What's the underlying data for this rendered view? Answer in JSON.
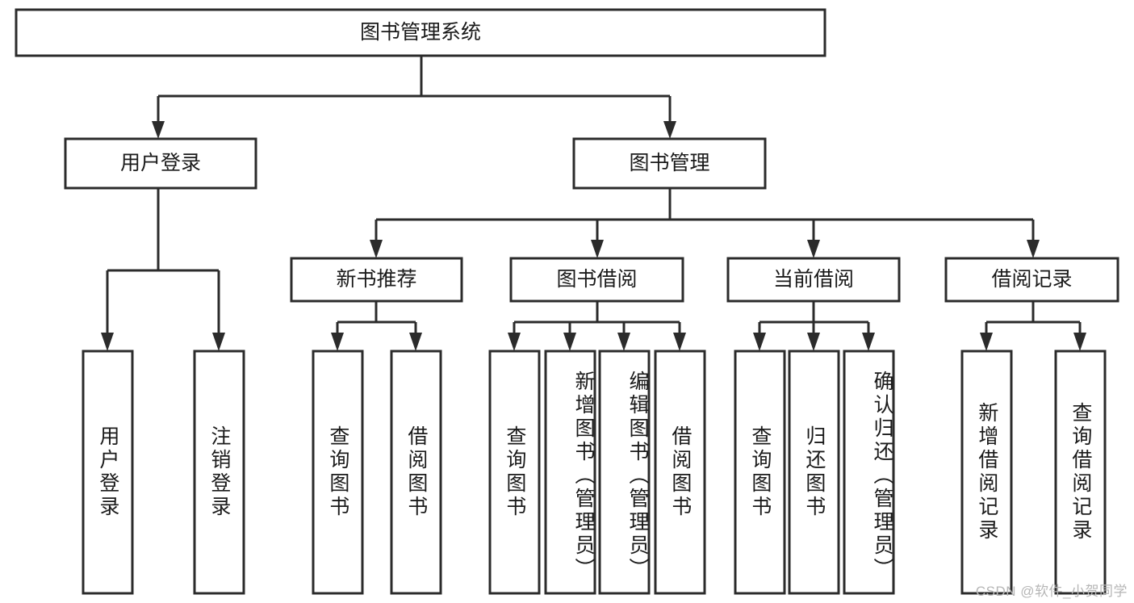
{
  "diagram": {
    "type": "tree-hierarchy",
    "title": "图书管理系统",
    "watermark": "CSDN @软件_小贺同学",
    "colors": {
      "stroke": "#2b2b2b",
      "fill": "#ffffff",
      "text": "#1a1a1a",
      "watermark": "#b6b6b6",
      "background": "#ffffff"
    },
    "levels": {
      "level0_label": "图书管理系统",
      "level1_labels": [
        "用户登录",
        "图书管理"
      ],
      "level2_labels": [
        "新书推荐",
        "图书借阅",
        "当前借阅",
        "借阅记录"
      ]
    },
    "nodes": {
      "root": {
        "label": "图书管理系统",
        "orientation": "horizontal"
      },
      "user_login": {
        "label": "用户登录",
        "orientation": "horizontal"
      },
      "book_manage": {
        "label": "图书管理",
        "orientation": "horizontal"
      },
      "new_book_rec": {
        "label": "新书推荐",
        "orientation": "horizontal"
      },
      "book_borrow": {
        "label": "图书借阅",
        "orientation": "horizontal"
      },
      "current_borrow": {
        "label": "当前借阅",
        "orientation": "horizontal"
      },
      "borrow_record": {
        "label": "借阅记录",
        "orientation": "horizontal"
      },
      "leaf_user_login": {
        "label": "用户登录",
        "orientation": "vertical"
      },
      "leaf_logout": {
        "label": "注销登录",
        "orientation": "vertical"
      },
      "leaf_query_book_1": {
        "label": "查询图书",
        "orientation": "vertical"
      },
      "leaf_borrow_book_1": {
        "label": "借阅图书",
        "orientation": "vertical"
      },
      "leaf_query_book_2": {
        "label": "查询图书",
        "orientation": "vertical"
      },
      "leaf_add_book": {
        "label": "新增图书（管理员）",
        "orientation": "vertical"
      },
      "leaf_edit_book": {
        "label": "编辑图书（管理员）",
        "orientation": "vertical"
      },
      "leaf_borrow_book_2": {
        "label": "借阅图书",
        "orientation": "vertical"
      },
      "leaf_query_book_3": {
        "label": "查询图书",
        "orientation": "vertical"
      },
      "leaf_return_book": {
        "label": "归还图书",
        "orientation": "vertical"
      },
      "leaf_confirm_return": {
        "label": "确认归还（管理员）",
        "orientation": "vertical"
      },
      "leaf_add_record": {
        "label": "新增借阅记录",
        "orientation": "vertical"
      },
      "leaf_query_record": {
        "label": "查询借阅记录",
        "orientation": "vertical"
      }
    },
    "edges": [
      {
        "from": "root",
        "to": "user_login"
      },
      {
        "from": "root",
        "to": "book_manage"
      },
      {
        "from": "user_login",
        "to": "leaf_user_login"
      },
      {
        "from": "user_login",
        "to": "leaf_logout"
      },
      {
        "from": "book_manage",
        "to": "new_book_rec"
      },
      {
        "from": "book_manage",
        "to": "book_borrow"
      },
      {
        "from": "book_manage",
        "to": "current_borrow"
      },
      {
        "from": "book_manage",
        "to": "borrow_record"
      },
      {
        "from": "new_book_rec",
        "to": "leaf_query_book_1"
      },
      {
        "from": "new_book_rec",
        "to": "leaf_borrow_book_1"
      },
      {
        "from": "book_borrow",
        "to": "leaf_query_book_2"
      },
      {
        "from": "book_borrow",
        "to": "leaf_add_book"
      },
      {
        "from": "book_borrow",
        "to": "leaf_edit_book"
      },
      {
        "from": "book_borrow",
        "to": "leaf_borrow_book_2"
      },
      {
        "from": "current_borrow",
        "to": "leaf_query_book_3"
      },
      {
        "from": "current_borrow",
        "to": "leaf_return_book"
      },
      {
        "from": "current_borrow",
        "to": "leaf_confirm_return"
      },
      {
        "from": "borrow_record",
        "to": "leaf_add_record"
      },
      {
        "from": "borrow_record",
        "to": "leaf_query_record"
      }
    ]
  }
}
